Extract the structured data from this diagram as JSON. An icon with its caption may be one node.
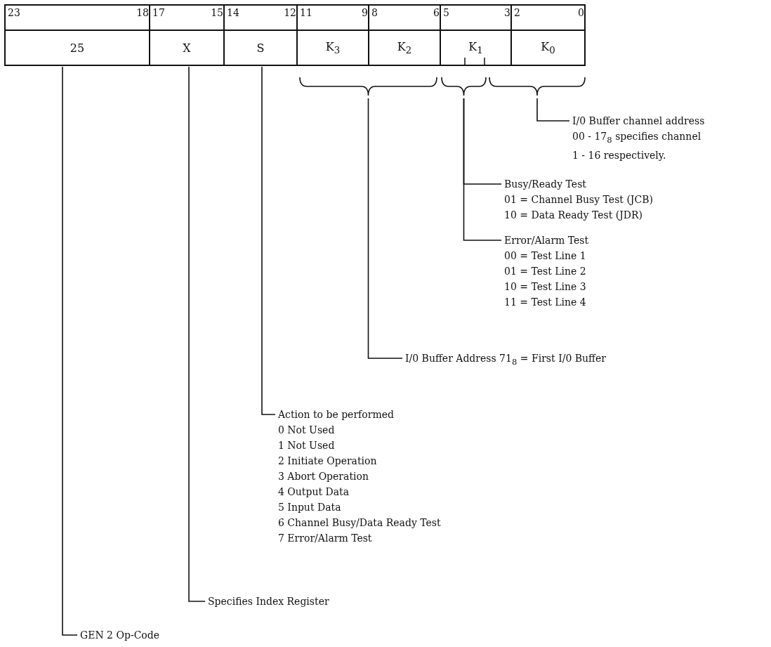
{
  "diagram": {
    "nodes": [
      {
        "text": [
          "25"
        ]
      },
      {
        "text": [
          "X"
        ]
      },
      {
        "text": [
          "S"
        ]
      },
      {
        "text": [
          "K$_{3}$"
        ]
      },
      {
        "text": [
          "K$_{2}$"
        ]
      },
      {
        "text": [
          "K$_{1}$"
        ]
      },
      {
        "text": [
          "K$_{0}$"
        ]
      },
      {
        "text": [],
        "shape": "brace"
      },
      {
        "text": [],
        "shape": "brace"
      },
      {
        "text": [],
        "shape": "brace"
      },
      {
        "text": [
          "I/0 Buffer channel address 00 - 17$_{8}$ specifies channel 1 - 16 respectively."
        ]
      },
      {
        "text": [
          "Busy/Ready Test",
          "01 = Channel Busy Test (JCB)",
          "10 = Data Ready Test (JDR)"
        ]
      },
      {
        "text": [
          "Error/Alarm Test",
          "00 = Test Line 1",
          "01 = Test Line 2",
          "10 = Test Line 3",
          "11 = Test Line 4"
        ]
      },
      {
        "text": [
          "I/0 Buffer Address 71$_{8}$ = First I/0 Buffer"
        ]
      },
      {
        "text": [
          "Action to be performed",
          "0 Not Used",
          "1 Not Used",
          "2 Initiate Operation",
          "3 Abort Operation",
          "4 Output Data",
          "5 Input Data",
          "6 Channel Busy/Data Ready Test",
          "7 Error/Alarm Test"
        ]
      },
      {
        "text": [
          "Specifies Index Register"
        ]
      },
      {
        "text": [
          "GEN 2 Op-Code"
        ]
      }
    ],
    "edges": [
      {
        "from": 10,
        "to": 9,
        "arrow": "none"
      },
      {
        "from": 11,
        "to": 8,
        "arrow": "none"
      },
      {
        "from": 12,
        "to": 8,
        "arrow": "none"
      },
      {
        "from": 13,
        "to": 7,
        "arrow": "none"
      },
      {
        "from": 14,
        "to": 2,
        "arrow": "none"
      },
      {
        "from": 15,
        "to": 1,
        "arrow": "none"
      },
      {
        "from": 16,
        "to": 0,
        "arrow": "none"
      }
    ],
    "labels": [
      "23",
      "18",
      "17",
      "15",
      "14",
      "12",
      "11",
      "9",
      "8",
      "6",
      "5",
      "3",
      "2",
      "0"
    ]
  }
}
